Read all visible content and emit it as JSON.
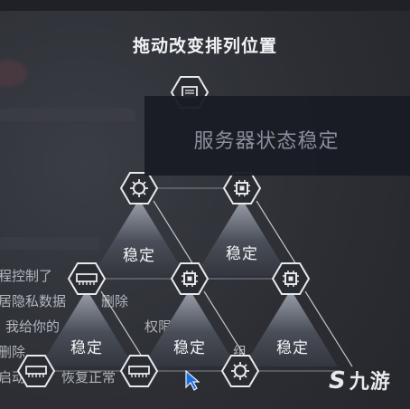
{
  "header": {
    "title": "拖动改变排列位置"
  },
  "status_panel": {
    "text": "服务器状态稳定"
  },
  "background_log": [
    "程控制了",
    "居隐私数据",
    "删除",
    "我给你的",
    "权限",
    "删除",
    "组",
    "启动",
    "恢复正常"
  ],
  "tiles": [
    {
      "label": "稳定"
    },
    {
      "label": "稳定"
    },
    {
      "label": "稳定"
    },
    {
      "label": "稳定"
    },
    {
      "label": "稳定"
    }
  ],
  "nodes": [
    {
      "icon": "monitor-icon"
    },
    {
      "icon": "virus-icon"
    },
    {
      "icon": "chip-icon"
    },
    {
      "icon": "network-card-icon"
    },
    {
      "icon": "chip-icon"
    },
    {
      "icon": "chip-icon"
    },
    {
      "icon": "network-card-icon"
    },
    {
      "icon": "network-card-icon"
    },
    {
      "icon": "virus-icon"
    }
  ],
  "watermark": {
    "brand": "九游",
    "mark": "S"
  },
  "colors": {
    "panel": "#1a1c24",
    "node_fill": "#2a2c33",
    "tile_light": "#9ea3ad"
  }
}
